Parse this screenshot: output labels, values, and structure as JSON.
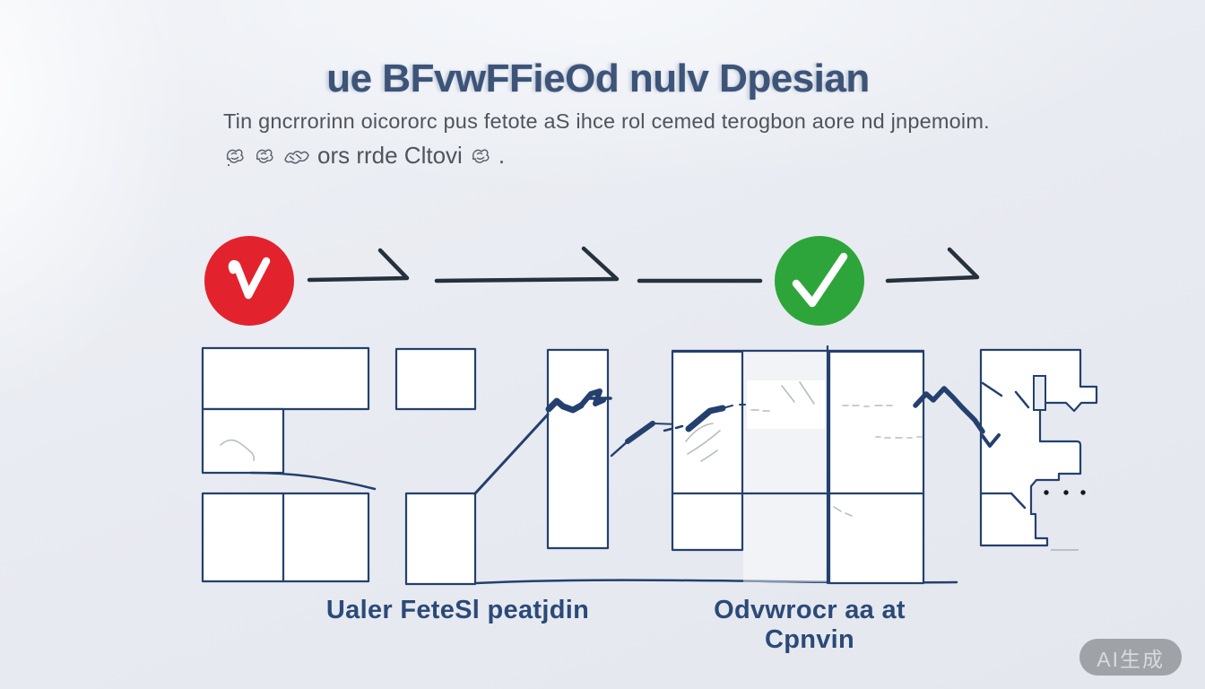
{
  "header": {
    "title": "ue BFvwFFieOd nulv Dpesian",
    "subtitle_line1": "Tin gncrrorinn oicororc pus fetote aS ihce rol cemed terogbon aore nd jnpemoim.",
    "subtitle_line2": "ors rrde Cltovi",
    "subtitle_line2_end": "."
  },
  "process": {
    "steps": [
      "red-check-badge",
      "arrow",
      "arrow",
      "green-check-badge",
      "arrow"
    ],
    "badge_icons": [
      "checkmark",
      "checkmark"
    ]
  },
  "diagram": {
    "label_left": "Ualer FeteSl peatjdin",
    "label_right": "Odvwrocr aa at Cpnvin",
    "ellipsis": "..."
  },
  "watermark": {
    "text": "AI生成"
  },
  "colors": {
    "background": "#e8ebf1",
    "navy": "#24406e",
    "arrow": "#25313d",
    "red": "#e2232e",
    "green": "#2ea53a",
    "title": "#3d5478",
    "subtitle": "#4f545d",
    "label": "#2b4a78",
    "watermark_bg": "rgba(140,144,149,0.78)",
    "watermark_text": "#d9dadc"
  }
}
